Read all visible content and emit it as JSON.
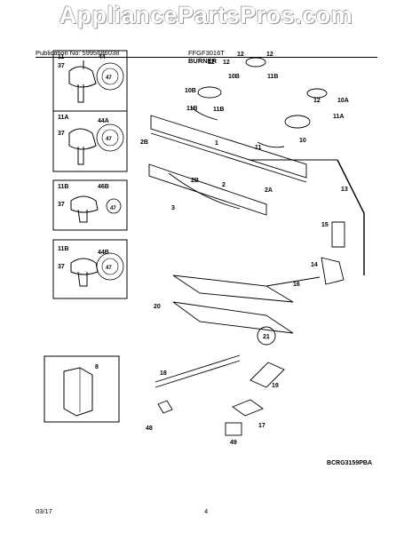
{
  "watermark": "AppliancePartsPros.com",
  "header": {
    "publication": "Publication No: 5995686038",
    "model": "FFGF3016T",
    "section": "BURNER"
  },
  "diagram_code": "BCRG3159PBA",
  "footer": {
    "date": "03/17",
    "page": "4"
  },
  "inset_labels": [
    [
      "11",
      "37",
      "44",
      "47"
    ],
    [
      "11A",
      "37",
      "44A",
      "47"
    ],
    [
      "11B",
      "37",
      "46B",
      "47"
    ],
    [
      "11B",
      "37",
      "44B",
      "47"
    ]
  ],
  "inset_bottom_label": "8",
  "callouts": [
    "12",
    "12",
    "12",
    "12",
    "10B",
    "10B",
    "11B",
    "11B",
    "11B",
    "12",
    "10A",
    "10",
    "11A",
    "1",
    "11",
    "2B",
    "2B",
    "2",
    "2A",
    "3",
    "13",
    "15",
    "14",
    "16",
    "20",
    "21",
    "18",
    "19",
    "17",
    "48",
    "49"
  ]
}
